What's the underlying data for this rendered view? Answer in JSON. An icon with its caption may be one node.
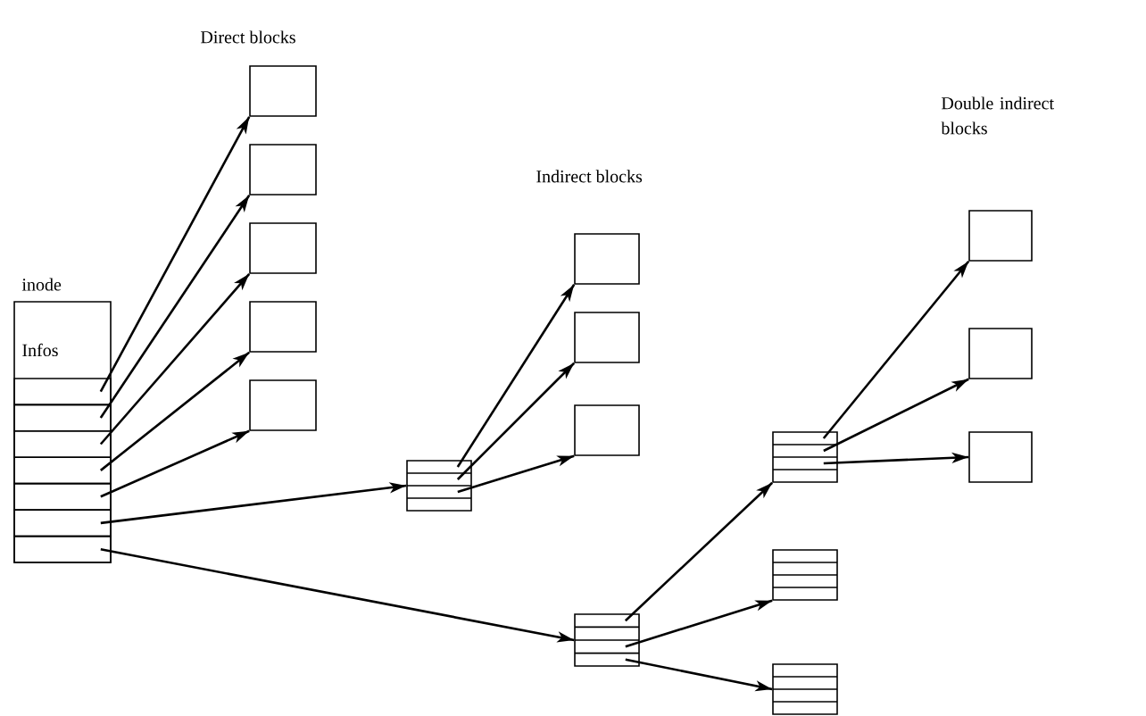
{
  "diagram": {
    "nodes": [
      {
        "text": [
          "inode",
          "Infos"
        ]
      },
      {
        "text": [],
        "shape": "box",
        "in": 0
      },
      {
        "text": [],
        "shape": "box",
        "in": 0
      },
      {
        "text": [],
        "shape": "box",
        "in": 0
      },
      {
        "text": [],
        "shape": "box",
        "in": 0
      },
      {
        "text": [],
        "shape": "box",
        "in": 0
      },
      {
        "text": [],
        "shape": "box",
        "in": 0
      },
      {
        "text": [],
        "shape": "box",
        "in": 0
      },
      {
        "text": [],
        "shape": "box"
      },
      {
        "text": [],
        "shape": "box"
      },
      {
        "text": [],
        "shape": "box"
      },
      {
        "text": [],
        "shape": "box"
      },
      {
        "text": [],
        "shape": "box"
      },
      {
        "text": [],
        "shape": "box"
      },
      {
        "text": [],
        "shape": "box"
      },
      {
        "text": [],
        "shape": "box"
      },
      {
        "text": [],
        "shape": "box"
      },
      {
        "text": [],
        "shape": "box"
      },
      {
        "text": [],
        "shape": "box"
      },
      {
        "text": [],
        "shape": "box"
      },
      {
        "text": [],
        "shape": "box"
      },
      {
        "text": [],
        "shape": "box"
      },
      {
        "text": [],
        "shape": "box"
      },
      {
        "text": [],
        "shape": "box"
      }
    ],
    "edges": [
      {
        "from": 1,
        "to": 8,
        "arrow": "to"
      },
      {
        "from": 2,
        "to": 9,
        "arrow": "to"
      },
      {
        "from": 3,
        "to": 10,
        "arrow": "to"
      },
      {
        "from": 4,
        "to": 11,
        "arrow": "to"
      },
      {
        "from": 5,
        "to": 12,
        "arrow": "to"
      },
      {
        "from": 6,
        "to": 13,
        "arrow": "to"
      },
      {
        "from": 7,
        "to": 17,
        "arrow": "to"
      },
      {
        "from": 13,
        "to": 14,
        "arrow": "to"
      },
      {
        "from": 13,
        "to": 15,
        "arrow": "to"
      },
      {
        "from": 13,
        "to": 16,
        "arrow": "to"
      },
      {
        "from": 17,
        "to": 18,
        "arrow": "to"
      },
      {
        "from": 17,
        "to": 19,
        "arrow": "to"
      },
      {
        "from": 17,
        "to": 20,
        "arrow": "to"
      },
      {
        "from": 18,
        "to": 21,
        "arrow": "to"
      },
      {
        "from": 18,
        "to": 22,
        "arrow": "to"
      },
      {
        "from": 18,
        "to": 23,
        "arrow": "to"
      }
    ],
    "labels": [
      "Direct blocks",
      "Indirect blocks",
      "Double indirect blocks"
    ]
  }
}
